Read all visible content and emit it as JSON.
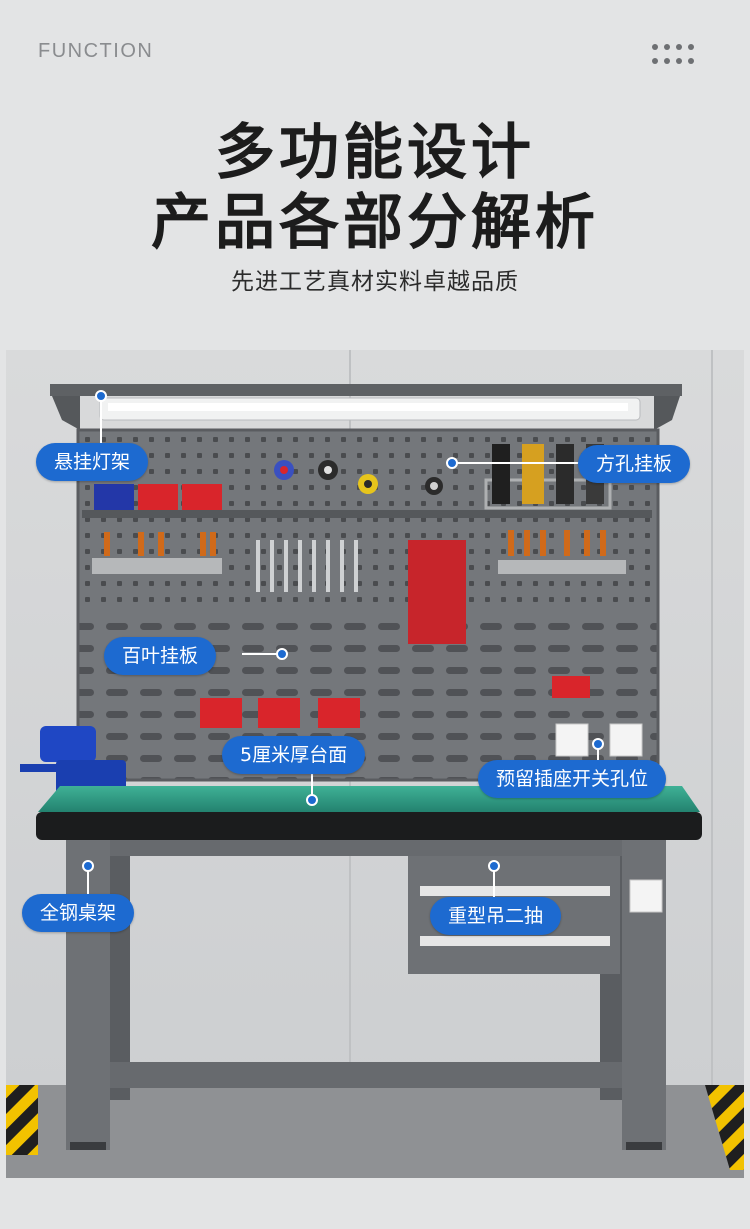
{
  "header": {
    "label": "FUNCTION",
    "title_line1": "多功能设计",
    "title_line2": "产品各部分解析",
    "subtitle": "先进工艺真材实料卓越品质"
  },
  "callouts": {
    "light_rack": "悬挂灯架",
    "square_hole_panel": "方孔挂板",
    "louver_panel": "百叶挂板",
    "tabletop": "5厘米厚台面",
    "socket_switch_holes": "预留插座开关孔位",
    "steel_frame": "全钢桌架",
    "drawers": "重型吊二抽"
  },
  "colors": {
    "accent": "#1d6ad0",
    "panel": "#7b7e82",
    "tabletop": "#2f9a86",
    "bin": "#d9252b"
  }
}
